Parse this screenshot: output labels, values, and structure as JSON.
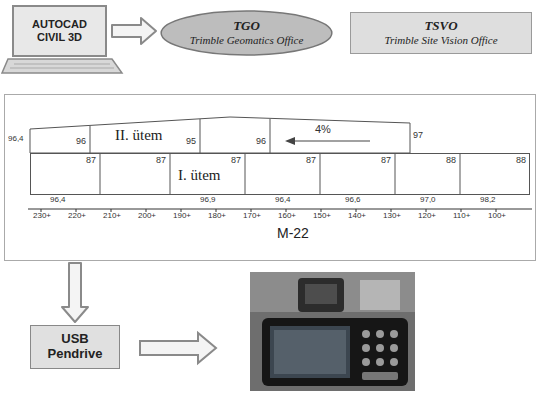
{
  "diagram": {
    "nodes": [
      {
        "text": [
          "AUTOCAD CIVIL 3D"
        ]
      },
      {
        "text": [
          "TGO",
          "Trimble Geomatics Office"
        ]
      },
      {
        "text": [
          "TSVO",
          "Trimble Site Vision Office"
        ]
      },
      {
        "text": [
          "M-22"
        ]
      },
      {
        "text": [
          "II. ütem"
        ],
        "in": 3
      },
      {
        "text": [
          "I. ütem"
        ],
        "in": 3
      },
      {
        "text": [
          "USB Pendrive"
        ]
      }
    ],
    "edges": [
      {
        "from": 0,
        "to": 1,
        "arrow": "to"
      },
      {
        "from": 3,
        "to": 6,
        "arrow": "to"
      }
    ],
    "labels": [
      "4%",
      "96,4",
      "96",
      "95",
      "96",
      "97",
      "87",
      "87",
      "87",
      "87",
      "87",
      "88",
      "88",
      "96,4",
      "96,9",
      "96,4",
      "96,6",
      "97,0",
      "98,2",
      "230+",
      "220+",
      "210+",
      "200+",
      "190+",
      "180+",
      "170+",
      "160+",
      "150+",
      "140+",
      "130+",
      "120+",
      "110+",
      "100+"
    ]
  }
}
